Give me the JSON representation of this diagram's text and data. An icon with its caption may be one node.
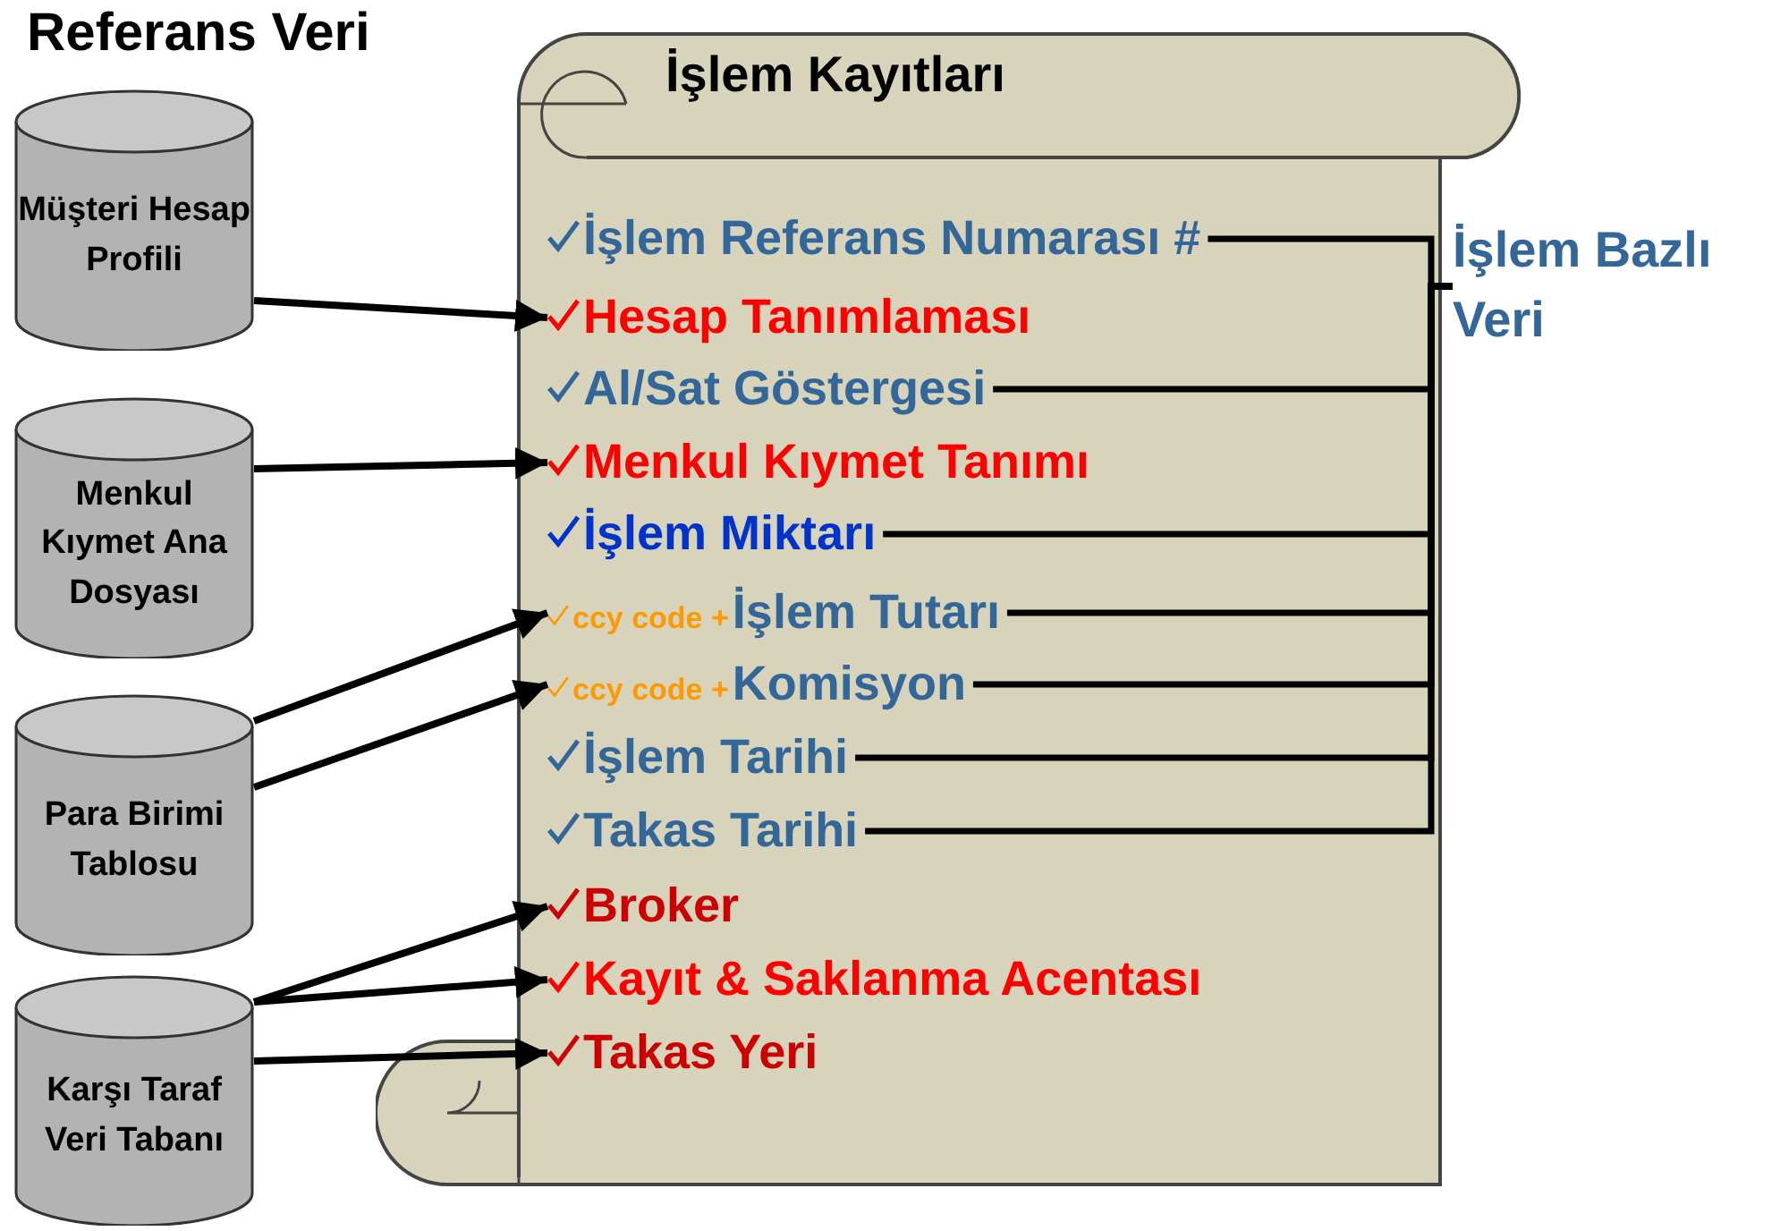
{
  "diagram": {
    "nodes": [
      {
        "text": [
          "İşlem Kayıtları"
        ]
      },
      {
        "text": [
          "İşlem Referans Numarası #"
        ],
        "in": 0
      },
      {
        "text": [
          "Hesap Tanımlaması"
        ],
        "in": 0
      },
      {
        "text": [
          "Al/Sat Göstergesi"
        ],
        "in": 0
      },
      {
        "text": [
          "Menkul Kıymet Tanımı"
        ],
        "in": 0
      },
      {
        "text": [
          "İşlem Miktarı"
        ],
        "in": 0
      },
      {
        "text": [
          "ccy code +",
          "İşlem Tutarı"
        ],
        "in": 0
      },
      {
        "text": [
          "ccy code +",
          "Komisyon"
        ],
        "in": 0
      },
      {
        "text": [
          "İşlem Tarihi"
        ],
        "in": 0
      },
      {
        "text": [
          "Takas Tarihi"
        ],
        "in": 0
      },
      {
        "text": [
          "Broker"
        ],
        "in": 0
      },
      {
        "text": [
          "Kayıt & Saklanma Acentası"
        ],
        "in": 0
      },
      {
        "text": [
          "Takas Yeri"
        ],
        "in": 0
      },
      {
        "text": [
          "Müşteri Hesap Profili"
        ]
      },
      {
        "text": [
          "Menkul Kıymet Ana Dosyası"
        ]
      },
      {
        "text": [
          "Para Birimi Tablosu"
        ]
      },
      {
        "text": [
          "Karşı Taraf Veri Tabanı"
        ]
      },
      {
        "text": [
          "İşlem Bazlı Veri"
        ]
      }
    ],
    "edges": [
      {
        "from": 13,
        "to": 2,
        "arrow": "to"
      },
      {
        "from": 14,
        "to": 4,
        "arrow": "to"
      },
      {
        "from": 15,
        "to": 6,
        "arrow": "to"
      },
      {
        "from": 15,
        "to": 7,
        "arrow": "to"
      },
      {
        "from": 16,
        "to": 10,
        "arrow": "to"
      },
      {
        "from": 16,
        "to": 11,
        "arrow": "to"
      },
      {
        "from": 16,
        "to": 12,
        "arrow": "to"
      },
      {
        "from": 1,
        "to": 17,
        "arrow": "none"
      },
      {
        "from": 3,
        "to": 17,
        "arrow": "none"
      },
      {
        "from": 5,
        "to": 17,
        "arrow": "none"
      },
      {
        "from": 6,
        "to": 17,
        "arrow": "none"
      },
      {
        "from": 7,
        "to": 17,
        "arrow": "none"
      },
      {
        "from": 8,
        "to": 17,
        "arrow": "none"
      },
      {
        "from": 9,
        "to": 17,
        "arrow": "none"
      }
    ],
    "labels": [
      "Referans Veri"
    ]
  }
}
